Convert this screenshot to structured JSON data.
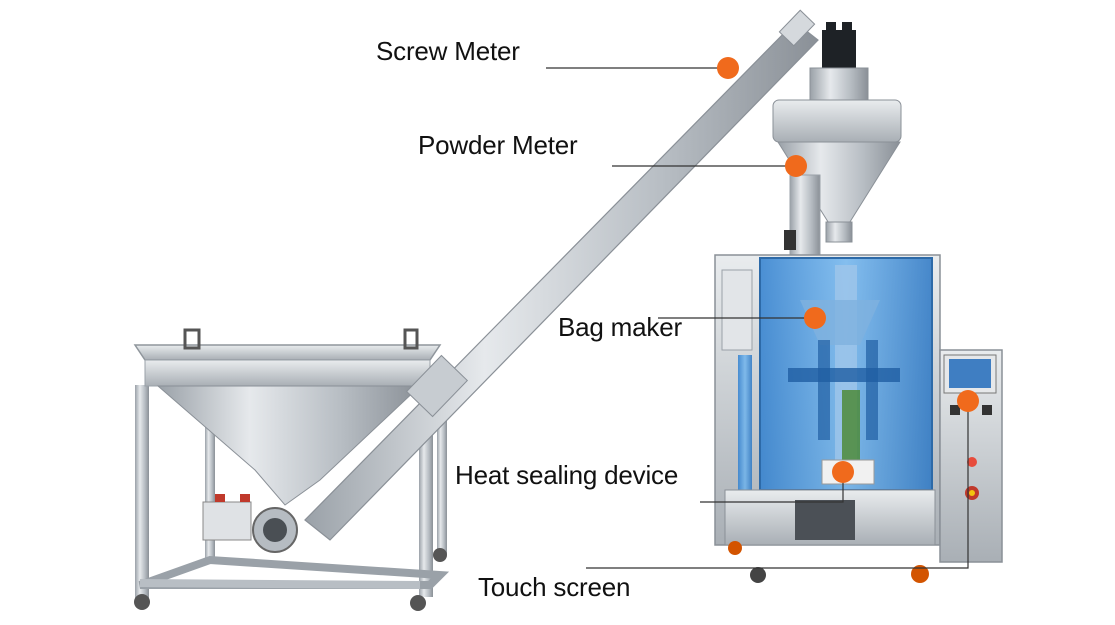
{
  "labels": {
    "screw_meter": "Screw Meter",
    "powder_meter": "Powder Meter",
    "bag_maker": "Bag maker",
    "heat_sealing": "Heat sealing device",
    "touch_screen": "Touch screen"
  },
  "colors": {
    "marker": "#f06a1c",
    "leader_line": "#333333",
    "steel": "#c9cdd1",
    "steel_dark": "#8e959c",
    "guard_blue": "#3d8fd8",
    "panel": "#d9dde1",
    "screen": "#3f7ec2"
  },
  "icons": {
    "marker": "orange-dot-icon"
  }
}
